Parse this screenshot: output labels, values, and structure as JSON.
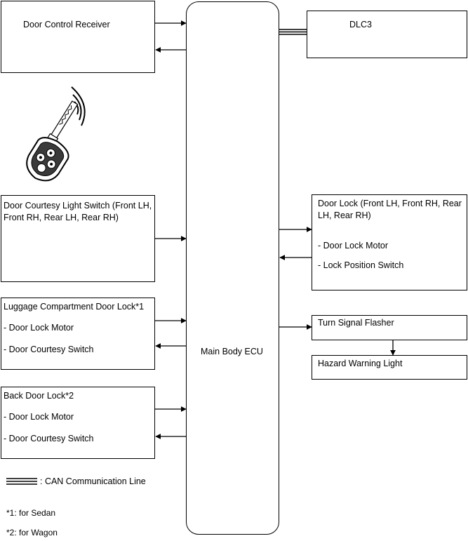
{
  "ecu": {
    "label": "Main Body ECU"
  },
  "receiver": {
    "label": "Door Control Receiver"
  },
  "dlc3": {
    "label": "DLC3"
  },
  "courtesy": {
    "label": "Door Courtesy Light Switch (Front LH, Front RH, Rear LH, Rear RH)"
  },
  "door_lock": {
    "title": "Door Lock (Front LH, Front RH, Rear LH, Rear RH)",
    "item1": "- Door Lock Motor",
    "item2": "- Lock Position Switch"
  },
  "luggage": {
    "title": "Luggage Compartment Door Lock*1",
    "item1": "- Door Lock Motor",
    "item2": "- Door Courtesy Switch"
  },
  "turn_signal": {
    "label": "Turn Signal Flasher"
  },
  "hazard": {
    "label": "Hazard Warning Light"
  },
  "back_door": {
    "title": "Back Door Lock*2",
    "item1": "- Door Lock Motor",
    "item2": "- Door Courtesy Switch"
  },
  "legend": {
    "can": ": CAN Communication Line"
  },
  "notes": {
    "note1": "*1: for Sedan",
    "note2": "*2: for Wagon"
  }
}
